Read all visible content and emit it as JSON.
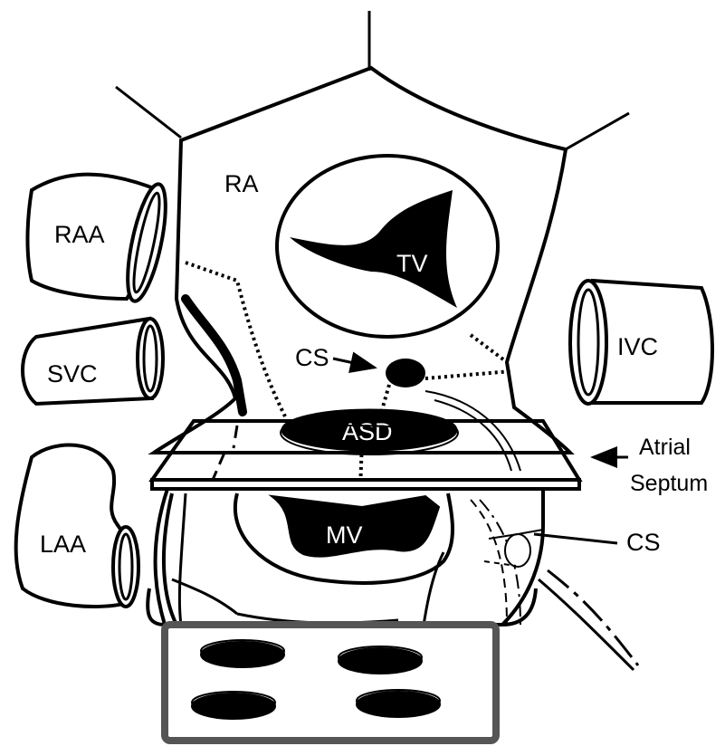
{
  "labels": {
    "ra": "RA",
    "raa": "RAA",
    "svc": "SVC",
    "laa": "LAA",
    "tv": "TV",
    "cs_top": "CS",
    "ivc": "IVC",
    "asd": "ASD",
    "mv": "MV",
    "atrial_septum_line1": "Atrial",
    "atrial_septum_line2": "Septum",
    "cs_right": "CS"
  },
  "colors": {
    "line": "#000000",
    "fill": "#ffffff"
  }
}
